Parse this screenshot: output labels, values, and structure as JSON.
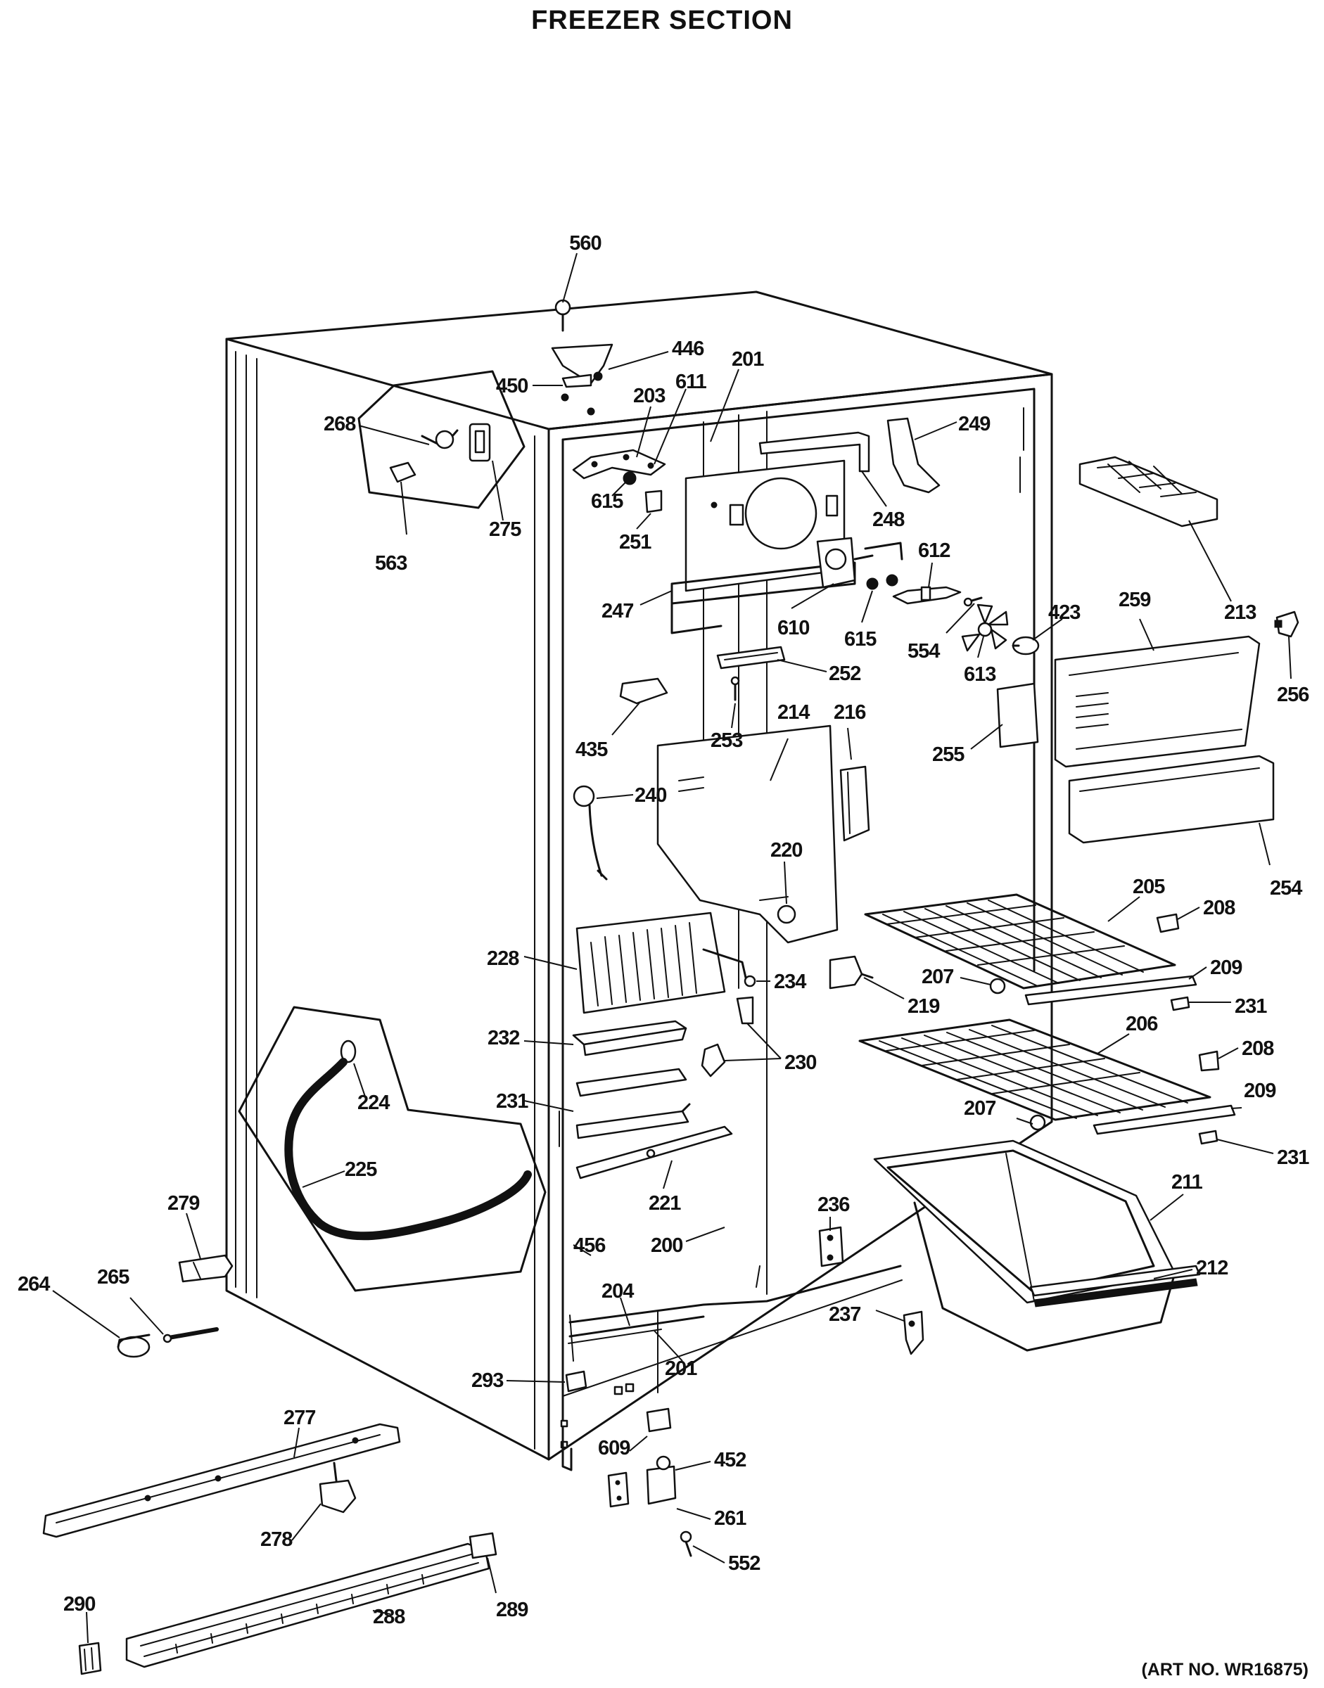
{
  "title": "FREEZER SECTION",
  "art_number": "(ART NO. WR16875)",
  "callouts": [
    {
      "id": "c560",
      "label": "560"
    },
    {
      "id": "c446",
      "label": "446"
    },
    {
      "id": "c450",
      "label": "450"
    },
    {
      "id": "c201a",
      "label": "201"
    },
    {
      "id": "c203",
      "label": "203"
    },
    {
      "id": "c611",
      "label": "611"
    },
    {
      "id": "c268",
      "label": "268"
    },
    {
      "id": "c249",
      "label": "249"
    },
    {
      "id": "c615a",
      "label": "615"
    },
    {
      "id": "c251",
      "label": "251"
    },
    {
      "id": "c275",
      "label": "275"
    },
    {
      "id": "c563",
      "label": "563"
    },
    {
      "id": "c248",
      "label": "248"
    },
    {
      "id": "c213",
      "label": "213"
    },
    {
      "id": "c612",
      "label": "612"
    },
    {
      "id": "c247",
      "label": "247"
    },
    {
      "id": "c610",
      "label": "610"
    },
    {
      "id": "c615b",
      "label": "615"
    },
    {
      "id": "c554",
      "label": "554"
    },
    {
      "id": "c423",
      "label": "423"
    },
    {
      "id": "c259",
      "label": "259"
    },
    {
      "id": "c256",
      "label": "256"
    },
    {
      "id": "c613",
      "label": "613"
    },
    {
      "id": "c252",
      "label": "252"
    },
    {
      "id": "c435",
      "label": "435"
    },
    {
      "id": "c253",
      "label": "253"
    },
    {
      "id": "c214",
      "label": "214"
    },
    {
      "id": "c216",
      "label": "216"
    },
    {
      "id": "c255",
      "label": "255"
    },
    {
      "id": "c240",
      "label": "240"
    },
    {
      "id": "c220",
      "label": "220"
    },
    {
      "id": "c254",
      "label": "254"
    },
    {
      "id": "c205",
      "label": "205"
    },
    {
      "id": "c208a",
      "label": "208"
    },
    {
      "id": "c228",
      "label": "228"
    },
    {
      "id": "c234",
      "label": "234"
    },
    {
      "id": "c207a",
      "label": "207"
    },
    {
      "id": "c209a",
      "label": "209"
    },
    {
      "id": "c219",
      "label": "219"
    },
    {
      "id": "c231a",
      "label": "231"
    },
    {
      "id": "c232",
      "label": "232"
    },
    {
      "id": "c206",
      "label": "206"
    },
    {
      "id": "c208b",
      "label": "208"
    },
    {
      "id": "c230",
      "label": "230"
    },
    {
      "id": "c224",
      "label": "224"
    },
    {
      "id": "c209b",
      "label": "209"
    },
    {
      "id": "c231b",
      "label": "231"
    },
    {
      "id": "c207b",
      "label": "207"
    },
    {
      "id": "c231c",
      "label": "231"
    },
    {
      "id": "c225",
      "label": "225"
    },
    {
      "id": "c211",
      "label": "211"
    },
    {
      "id": "c221",
      "label": "221"
    },
    {
      "id": "c236",
      "label": "236"
    },
    {
      "id": "c279",
      "label": "279"
    },
    {
      "id": "c456",
      "label": "456"
    },
    {
      "id": "c200",
      "label": "200"
    },
    {
      "id": "c212",
      "label": "212"
    },
    {
      "id": "c264",
      "label": "264"
    },
    {
      "id": "c265",
      "label": "265"
    },
    {
      "id": "c204",
      "label": "204"
    },
    {
      "id": "c237",
      "label": "237"
    },
    {
      "id": "c201b",
      "label": "201"
    },
    {
      "id": "c293",
      "label": "293"
    },
    {
      "id": "c277",
      "label": "277"
    },
    {
      "id": "c609",
      "label": "609"
    },
    {
      "id": "c452",
      "label": "452"
    },
    {
      "id": "c278",
      "label": "278"
    },
    {
      "id": "c261",
      "label": "261"
    },
    {
      "id": "c552",
      "label": "552"
    },
    {
      "id": "c290",
      "label": "290"
    },
    {
      "id": "c289",
      "label": "289"
    },
    {
      "id": "c288",
      "label": "288"
    }
  ]
}
